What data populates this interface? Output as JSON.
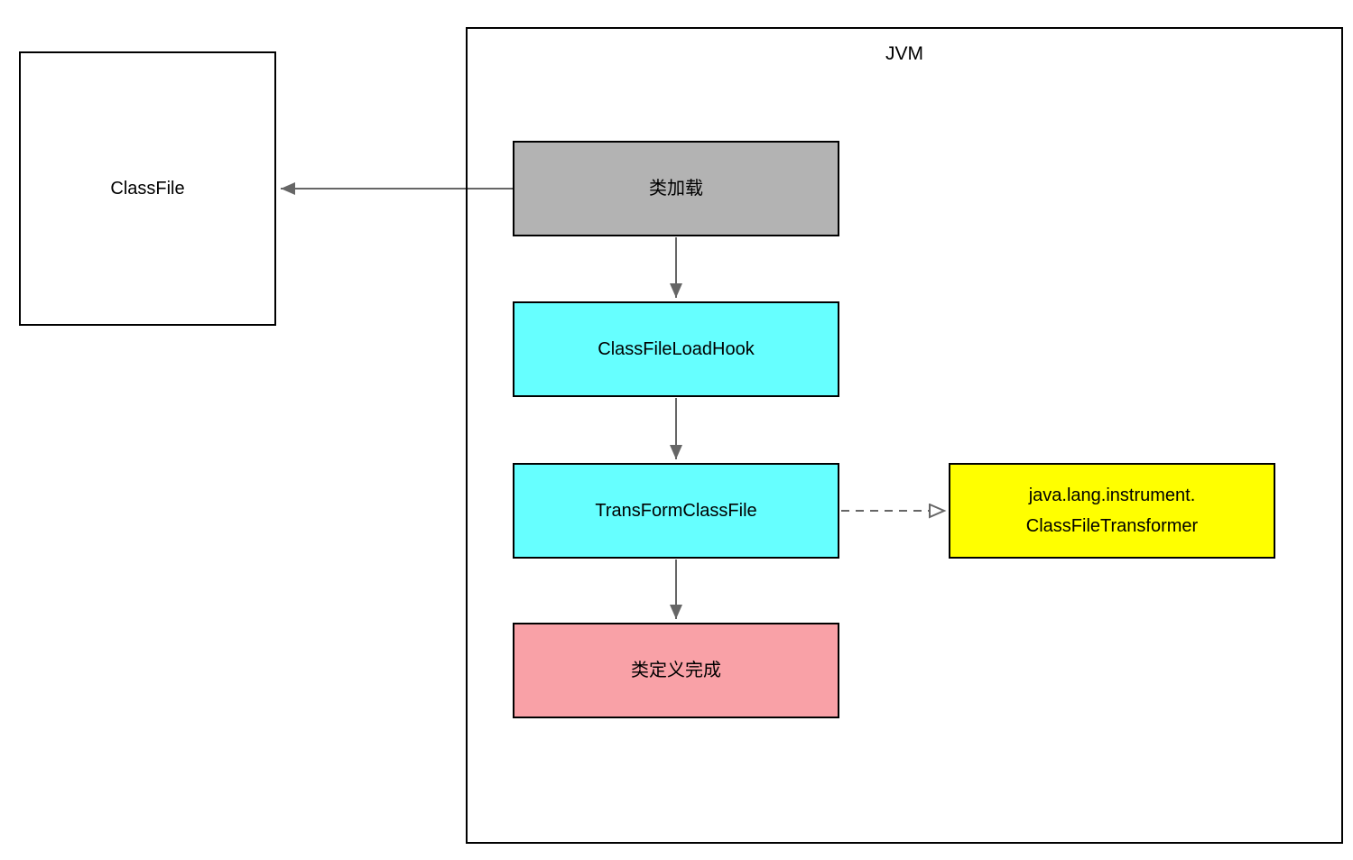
{
  "colors": {
    "node_gray": "#b3b3b3",
    "node_cyan": "#66ffff",
    "node_yellow": "#ffff00",
    "node_pink": "#f9a1a7",
    "connector": "#666666",
    "border": "#000000",
    "background": "#ffffff"
  },
  "jvm_container": {
    "title": "JVM"
  },
  "nodes": {
    "classfile": {
      "label": "ClassFile"
    },
    "class_loading": {
      "label": "类加载"
    },
    "class_file_load_hook": {
      "label": "ClassFileLoadHook"
    },
    "transform_class_file": {
      "label": "TransFormClassFile"
    },
    "class_file_transformer": {
      "lines": [
        "java.lang.instrument.",
        "ClassFileTransformer"
      ]
    },
    "class_definition_done": {
      "label": "类定义完成"
    }
  },
  "edges": [
    {
      "from": "class_loading",
      "to": "classfile",
      "style": "solid",
      "arrowhead": "filled",
      "direction": "left"
    },
    {
      "from": "class_loading",
      "to": "class_file_load_hook",
      "style": "solid",
      "arrowhead": "filled",
      "direction": "down"
    },
    {
      "from": "class_file_load_hook",
      "to": "transform_class_file",
      "style": "solid",
      "arrowhead": "filled",
      "direction": "down"
    },
    {
      "from": "transform_class_file",
      "to": "class_definition_done",
      "style": "solid",
      "arrowhead": "filled",
      "direction": "down"
    },
    {
      "from": "transform_class_file",
      "to": "class_file_transformer",
      "style": "dashed",
      "arrowhead": "open",
      "direction": "right"
    }
  ]
}
